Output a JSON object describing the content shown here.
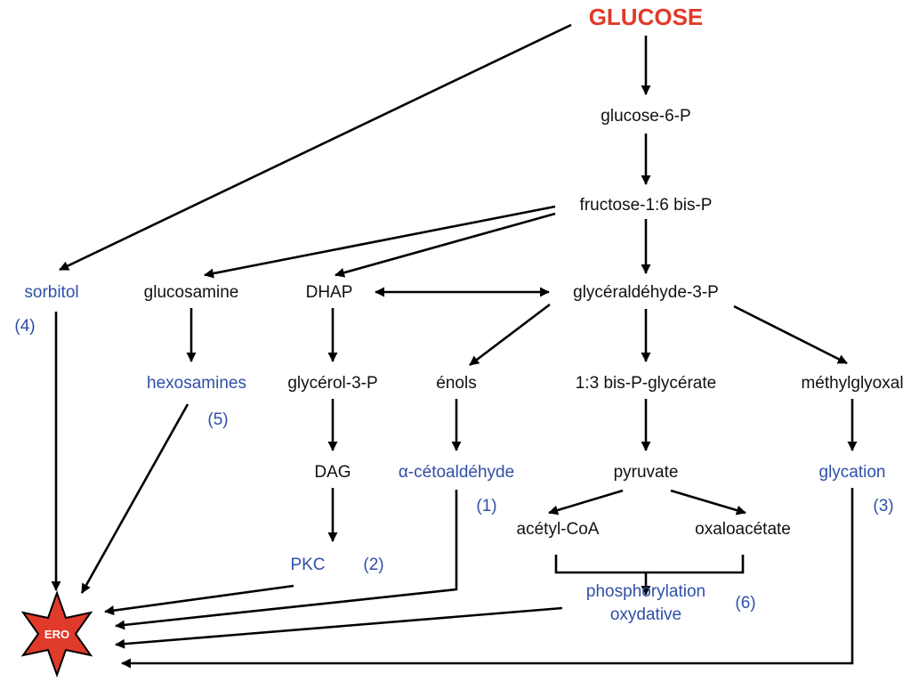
{
  "nodes": {
    "glucose": "GLUCOSE",
    "glucose6p": "glucose-6-P",
    "fructose": "fructose-1:6 bis-P",
    "sorbitol": "sorbitol",
    "glucosamine": "glucosamine",
    "dhap": "DHAP",
    "g3p": "glycéraldéhyde-3-P",
    "hexosamines": "hexosamines",
    "glycerol3p": "glycérol-3-P",
    "enols": "énols",
    "bisPglycerate": "1:3 bis-P-glycérate",
    "methylglyoxal": "méthylglyoxal",
    "dag": "DAG",
    "cetoaldehyde": "α-cétoaldéhyde",
    "pyruvate": "pyruvate",
    "glycation": "glycation",
    "acetylcoa": "acétyl-CoA",
    "oxaloacetate": "oxaloacétate",
    "pkc": "PKC",
    "phospho1": "phosphorylation",
    "phospho2": "oxydative",
    "ero": "ERO"
  },
  "pathway_labels": {
    "p1": "(1)",
    "p2": "(2)",
    "p3": "(3)",
    "p4": "(4)",
    "p5": "(5)",
    "p6": "(6)"
  },
  "colors": {
    "glucose": "#e03a2a",
    "pathway_blue": "#2f4fa8",
    "ero_fill": "#e03a2a"
  },
  "edges": [
    [
      "glucose",
      "glucose6p"
    ],
    [
      "glucose6p",
      "fructose"
    ],
    [
      "glucose",
      "sorbitol"
    ],
    [
      "fructose",
      "glucosamine"
    ],
    [
      "fructose",
      "dhap"
    ],
    [
      "fructose",
      "g3p"
    ],
    [
      "dhap",
      "g3p"
    ],
    [
      "glucosamine",
      "hexosamines"
    ],
    [
      "dhap",
      "glycerol3p"
    ],
    [
      "g3p",
      "enols"
    ],
    [
      "g3p",
      "bisPglycerate"
    ],
    [
      "g3p",
      "methylglyoxal"
    ],
    [
      "glycerol3p",
      "dag"
    ],
    [
      "dag",
      "pkc"
    ],
    [
      "enols",
      "cetoaldehyde"
    ],
    [
      "bisPglycerate",
      "pyruvate"
    ],
    [
      "pyruvate",
      "acetylcoa"
    ],
    [
      "pyruvate",
      "oxaloacetate"
    ],
    [
      "methylglyoxal",
      "glycation"
    ],
    [
      "acetylcoa",
      "phospho1"
    ],
    [
      "oxaloacetate",
      "phospho1"
    ],
    [
      "sorbitol",
      "ero"
    ],
    [
      "hexosamines",
      "ero"
    ],
    [
      "pkc",
      "ero"
    ],
    [
      "cetoaldehyde",
      "ero"
    ],
    [
      "phospho2",
      "ero"
    ],
    [
      "glycation",
      "ero"
    ]
  ]
}
